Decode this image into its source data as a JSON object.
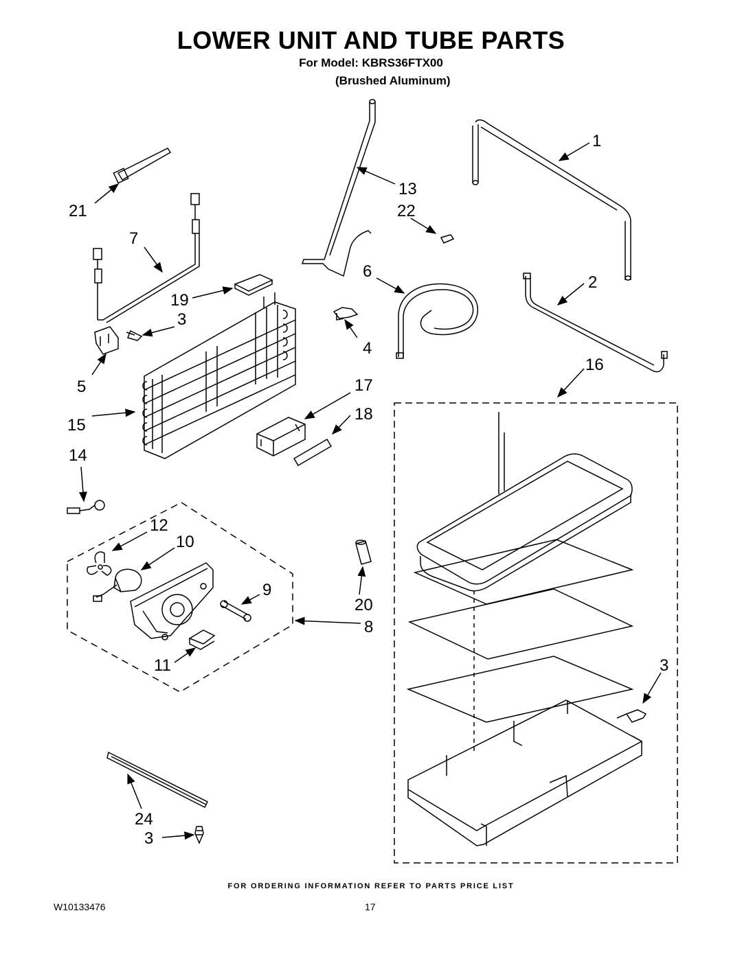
{
  "header": {
    "title": "LOWER UNIT AND TUBE PARTS",
    "model_line": "For Model: KBRS36FTX00",
    "finish_line": "(Brushed Aluminum)"
  },
  "callouts": {
    "c1": "1",
    "c2": "2",
    "c3a": "3",
    "c3b": "3",
    "c3c": "3",
    "c4": "4",
    "c5": "5",
    "c6": "6",
    "c7": "7",
    "c8": "8",
    "c9": "9",
    "c10": "10",
    "c11": "11",
    "c12": "12",
    "c13": "13",
    "c14": "14",
    "c15": "15",
    "c16": "16",
    "c17": "17",
    "c18": "18",
    "c19": "19",
    "c20": "20",
    "c21": "21",
    "c22": "22",
    "c24": "24"
  },
  "footer": {
    "ordering_note": "FOR ORDERING INFORMATION REFER TO PARTS PRICE LIST",
    "document_number": "W10133476",
    "page_number": "17"
  }
}
